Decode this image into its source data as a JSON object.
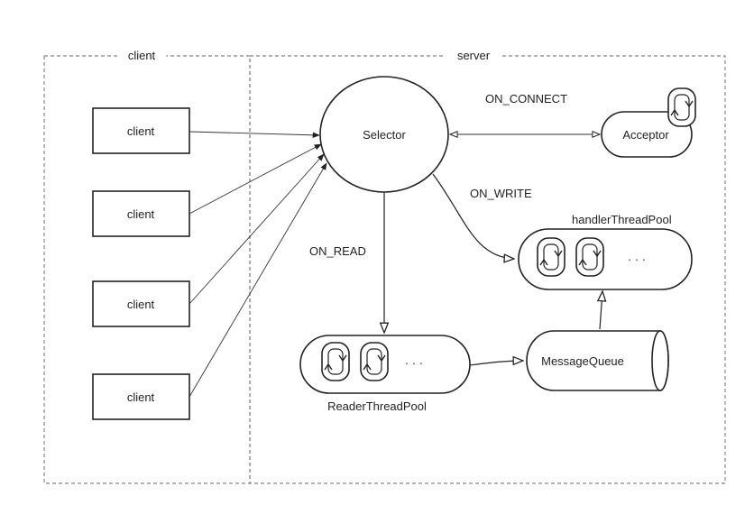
{
  "regions": {
    "client_label": "client",
    "server_label": "server"
  },
  "clients": [
    "client",
    "client",
    "client",
    "client"
  ],
  "nodes": {
    "selector": "Selector",
    "acceptor": "Acceptor",
    "handler_pool": "handlerThreadPool",
    "reader_pool": "ReaderThreadPool",
    "message_queue": "MessageQueue",
    "ellipsis": "· · ·"
  },
  "events": {
    "on_connect": "ON_CONNECT",
    "on_write": "ON_WRITE",
    "on_read": "ON_READ"
  }
}
